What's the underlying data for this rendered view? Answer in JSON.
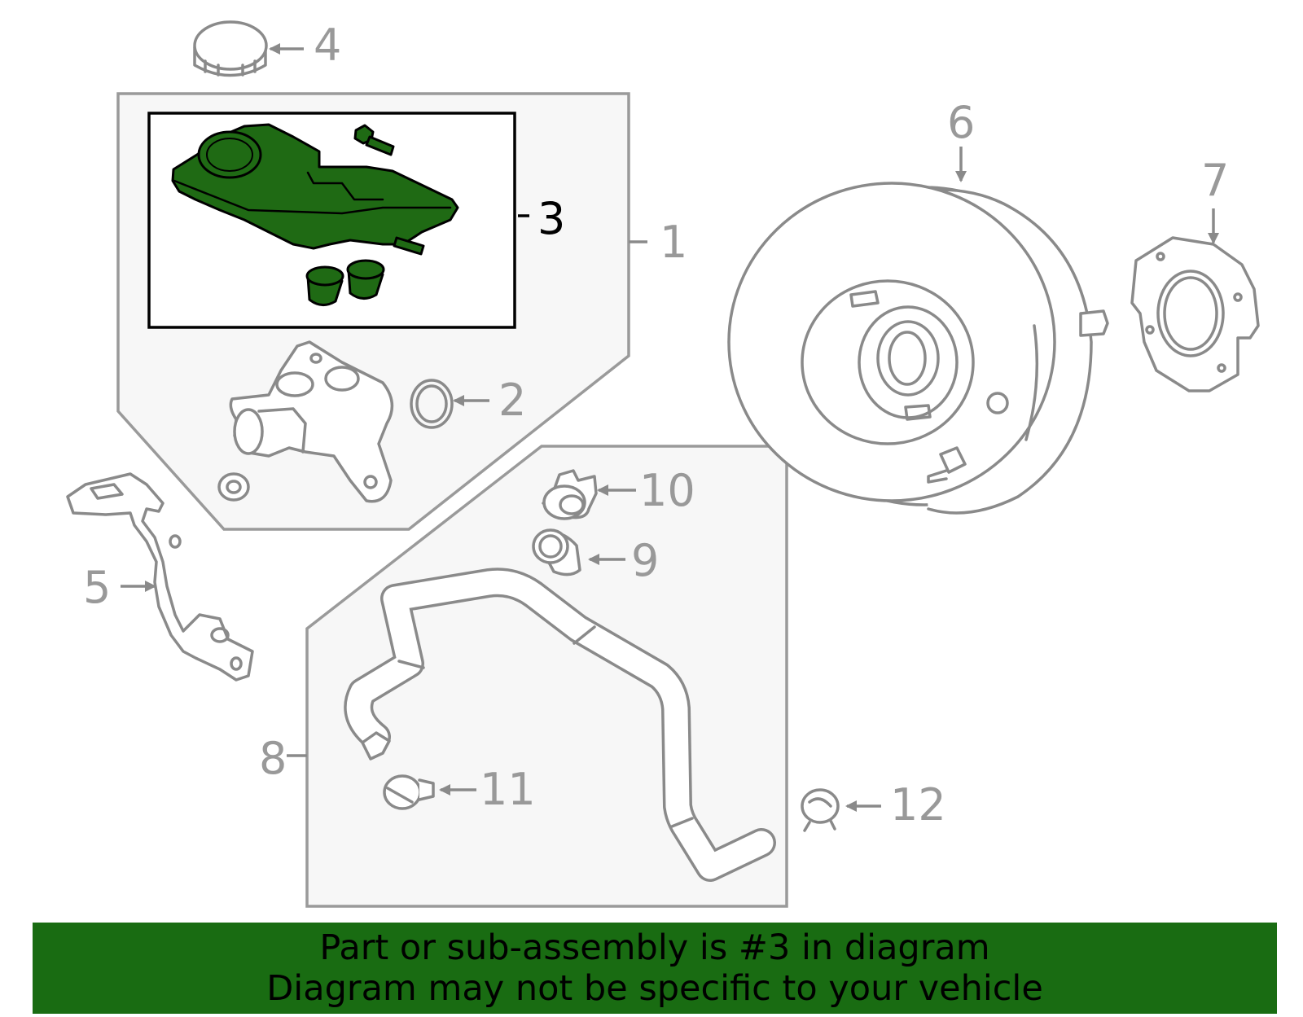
{
  "diagram": {
    "highlight_color": "#1f6a14",
    "callouts": [
      {
        "id": "1",
        "label": "1"
      },
      {
        "id": "2",
        "label": "2"
      },
      {
        "id": "3",
        "label": "3"
      },
      {
        "id": "4",
        "label": "4"
      },
      {
        "id": "5",
        "label": "5"
      },
      {
        "id": "6",
        "label": "6"
      },
      {
        "id": "7",
        "label": "7"
      },
      {
        "id": "8",
        "label": "8"
      },
      {
        "id": "9",
        "label": "9"
      },
      {
        "id": "10",
        "label": "10"
      },
      {
        "id": "11",
        "label": "11"
      },
      {
        "id": "12",
        "label": "12"
      }
    ],
    "highlighted_part": "3"
  },
  "footer": {
    "line1": "Part or sub-assembly is #3 in diagram",
    "line2": "Diagram may not be specific to your vehicle",
    "background": "#196c12"
  }
}
